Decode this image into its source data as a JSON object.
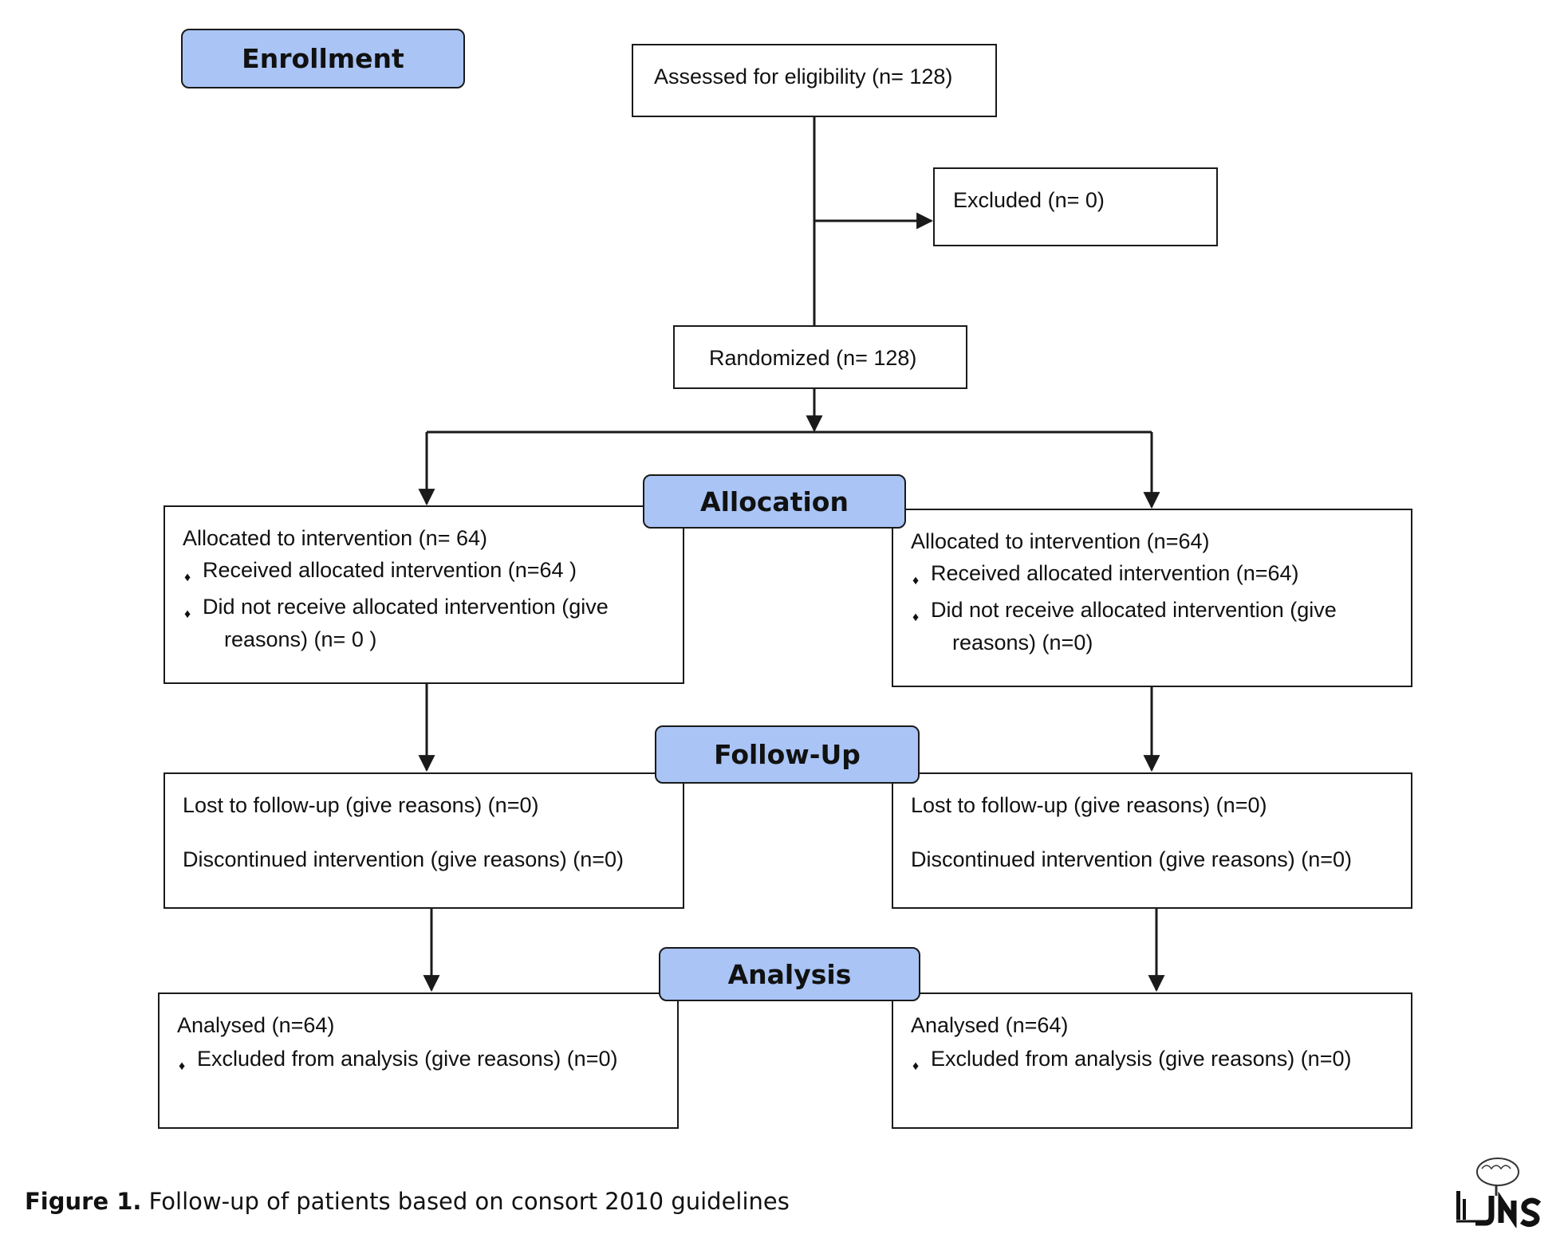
{
  "stages": {
    "enrollment": "Enrollment",
    "allocation": "Allocation",
    "follow_up": "Follow-Up",
    "analysis": "Analysis"
  },
  "enrollment": {
    "assessed": "Assessed for eligibility (n= 128)",
    "excluded": "Excluded (n= 0)",
    "randomized": "Randomized (n= 128)"
  },
  "allocation": {
    "left": {
      "title": "Allocated to intervention (n= 64)",
      "received": "Received allocated intervention (n=64  )",
      "not_received_1": "Did not receive allocated intervention (give",
      "not_received_2": "reasons) (n= 0 )"
    },
    "right": {
      "title": "Allocated to intervention (n=64)",
      "received": "Received allocated intervention (n=64)",
      "not_received_1": "Did not receive allocated intervention (give",
      "not_received_2": "reasons) (n=0)"
    }
  },
  "follow_up": {
    "left": {
      "lost": "Lost to follow-up (give reasons) (n=0)",
      "discontinued": "Discontinued intervention (give reasons) (n=0)"
    },
    "right": {
      "lost": "Lost to follow-up (give reasons) (n=0)",
      "discontinued": "Discontinued intervention (give reasons) (n=0)"
    }
  },
  "analysis": {
    "left": {
      "analysed": "Analysed (n=64)",
      "excluded": "Excluded from analysis (give reasons) (n=0)"
    },
    "right": {
      "analysed": "Analysed (n=64)",
      "excluded": "Excluded from analysis (give reasons) (n=0)"
    }
  },
  "caption": {
    "label": "Figure 1.",
    "text": "Follow-up of patients based on consort 2010 guidelines"
  },
  "logo": {
    "text": "IrJNS"
  },
  "colors": {
    "stage_fill": "#a9c4f5",
    "line": "#1a1a1a"
  }
}
